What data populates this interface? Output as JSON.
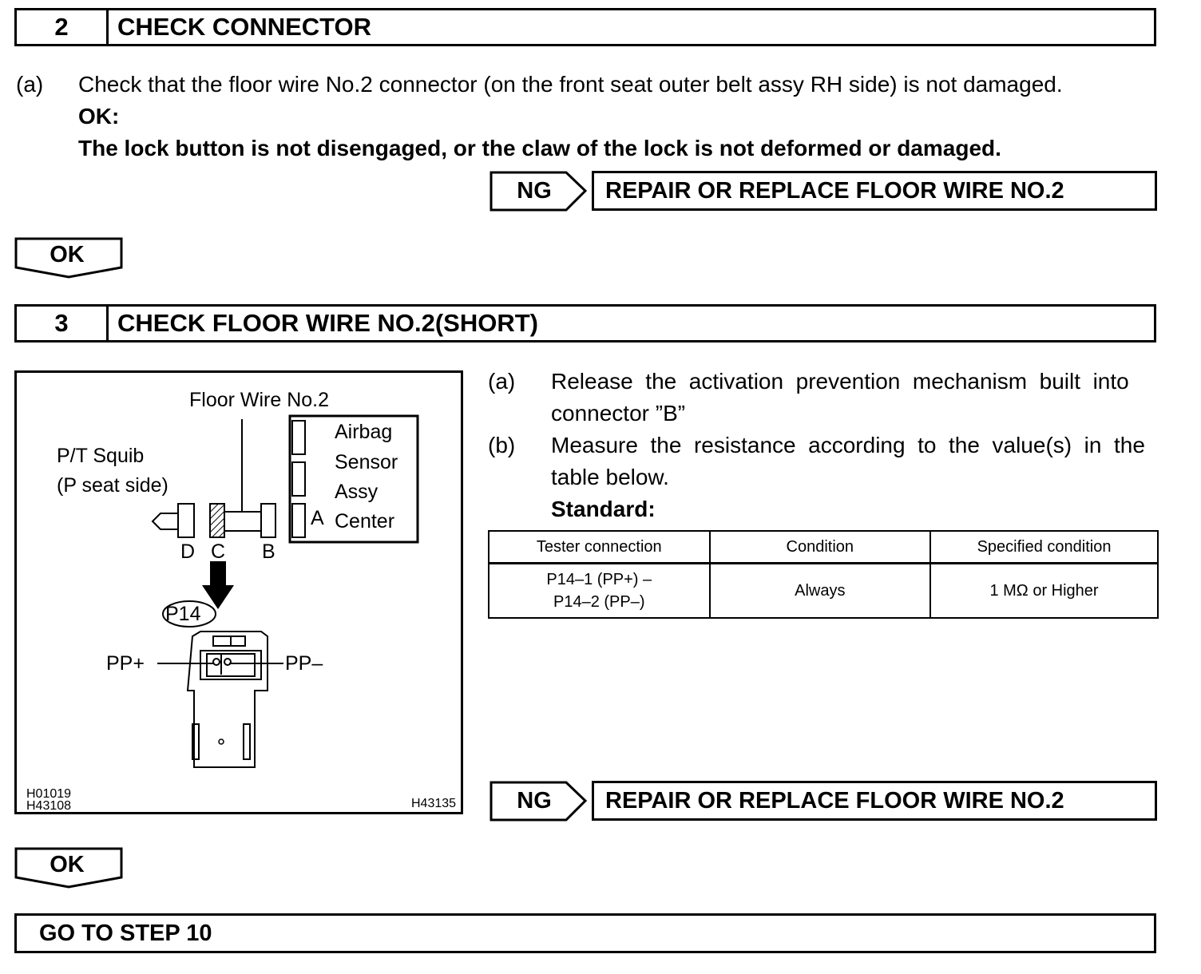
{
  "step2": {
    "number": "2",
    "title": "CHECK CONNECTOR",
    "item_a_label": "(a)",
    "item_a_text": "Check that the floor wire No.2 connector (on the front seat outer belt assy RH side) is not damaged.",
    "ok_heading": "OK:",
    "ok_text": "The lock button is not disengaged, or the claw of the lock is not deformed or damaged.",
    "ng_label": "NG",
    "ng_action": "REPAIR OR REPLACE FLOOR WIRE NO.2",
    "ok_label": "OK"
  },
  "step3": {
    "number": "3",
    "title": "CHECK FLOOR WIRE NO.2(SHORT)",
    "item_a_label": "(a)",
    "item_a_line1": "Release  the  activation  prevention  mechanism  built  into",
    "item_a_line2": "connector ”B”",
    "item_b_label": "(b)",
    "item_b_line1": "Measure  the  resistance  according  to  the  value(s)  in  the",
    "item_b_line2": "table below.",
    "standard": "Standard:",
    "table": {
      "headers": [
        "Tester connection",
        "Condition",
        "Specified condition"
      ],
      "rows": [
        {
          "connection_line1": "P14–1 (PP+) –",
          "connection_line2": "P14–2 (PP–)",
          "condition": "Always",
          "specified": "1 MΩ or Higher"
        }
      ]
    },
    "ng_label": "NG",
    "ng_action": "REPAIR OR REPLACE FLOOR WIRE NO.2",
    "ok_label": "OK"
  },
  "figure": {
    "floor_wire": "Floor Wire No.2",
    "airbag_1": "Airbag",
    "airbag_2": "Sensor",
    "airbag_3": "Assy",
    "airbag_4": "Center",
    "squib_1": "P/T Squib",
    "squib_2": "(P seat side)",
    "conn_a": "A",
    "conn_d": "D",
    "conn_c": "C",
    "conn_b": "B",
    "conn_id": "P14",
    "pp_plus": "PP+",
    "pp_minus": "PP–",
    "code_1": "H01019",
    "code_2": "H43108",
    "code_3": "H43135"
  },
  "final": "GO TO STEP 10"
}
